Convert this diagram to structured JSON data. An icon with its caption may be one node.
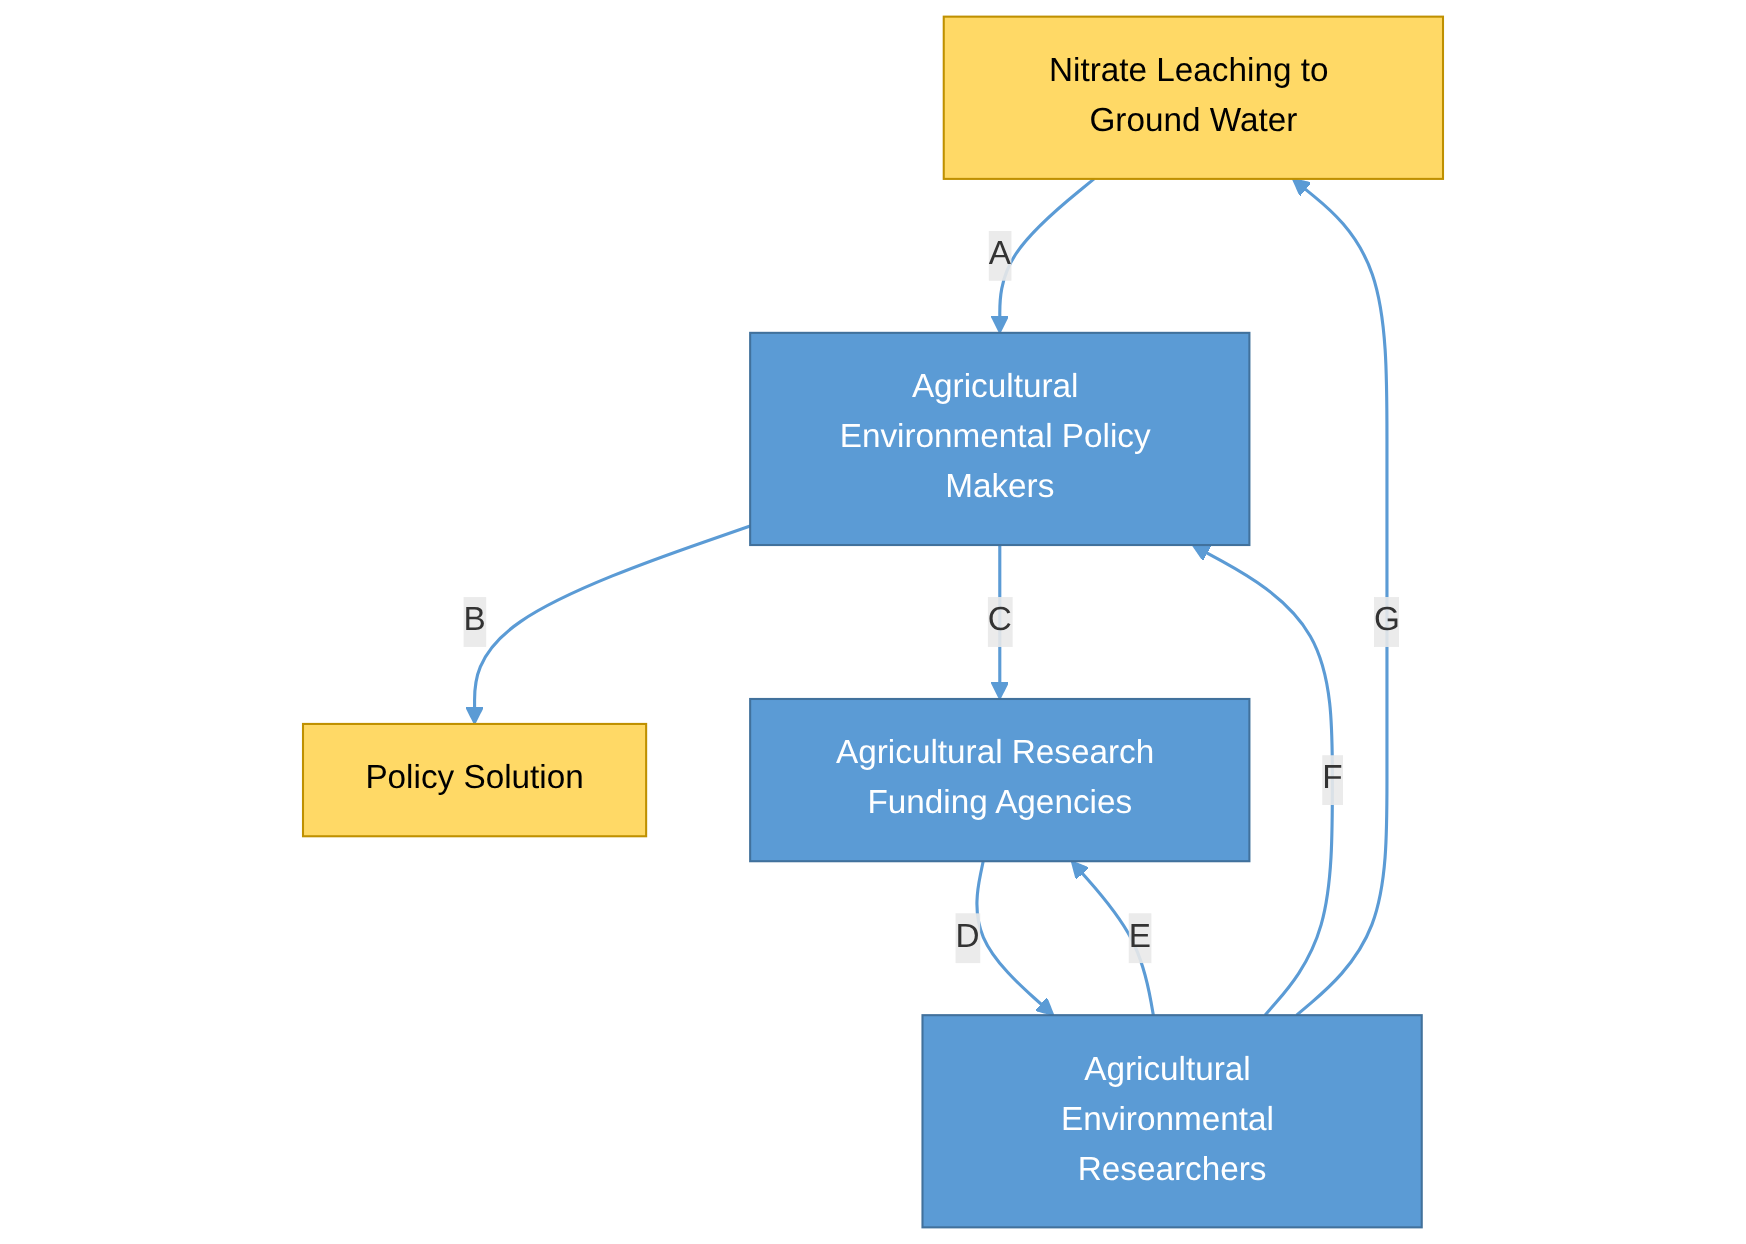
{
  "diagram": {
    "nodes": [
      {
        "text": [
          "Nitrate Leaching to Ground Water"
        ]
      },
      {
        "text": [
          "Agricultural Environmental Policy Makers"
        ]
      },
      {
        "text": [
          "Policy Solution"
        ]
      },
      {
        "text": [
          "Agricultural Research Funding Agencies"
        ]
      },
      {
        "text": [
          "Agricultural Environmental Researchers"
        ]
      }
    ],
    "edges": [
      {
        "from": 0,
        "to": 1,
        "arrow": "to",
        "label": "A"
      },
      {
        "from": 1,
        "to": 2,
        "arrow": "to",
        "label": "B"
      },
      {
        "from": 1,
        "to": 3,
        "arrow": "to",
        "label": "C"
      },
      {
        "from": 3,
        "to": 4,
        "arrow": "to",
        "label": "D"
      },
      {
        "from": 4,
        "to": 3,
        "arrow": "to",
        "label": "E"
      },
      {
        "from": 4,
        "to": 1,
        "arrow": "to",
        "label": "F"
      },
      {
        "from": 4,
        "to": 0,
        "arrow": "to",
        "label": "G"
      }
    ]
  }
}
